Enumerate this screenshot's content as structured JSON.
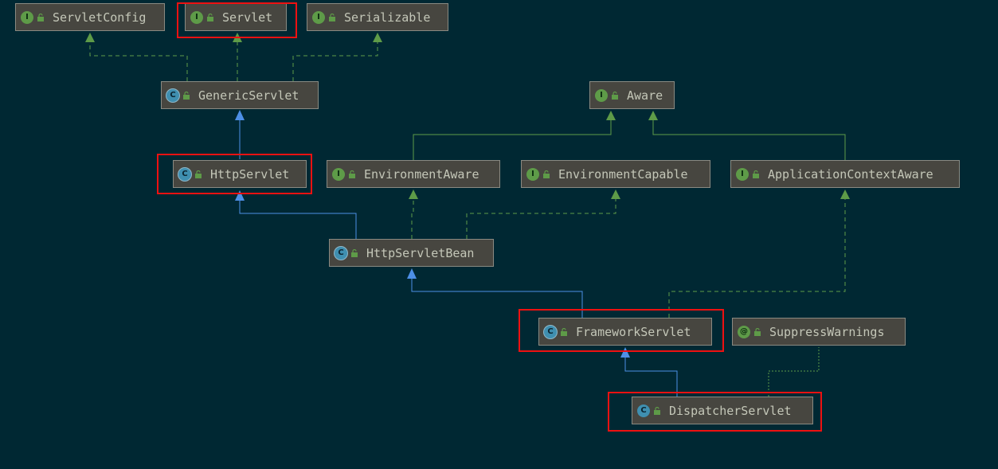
{
  "diagram": {
    "nodes": {
      "servletconfig": {
        "label": "ServletConfig",
        "badge": "I",
        "kind": "interface"
      },
      "servlet": {
        "label": "Servlet",
        "badge": "I",
        "kind": "interface"
      },
      "serializable": {
        "label": "Serializable",
        "badge": "I",
        "kind": "interface"
      },
      "genericservlet": {
        "label": "GenericServlet",
        "badge": "C",
        "kind": "abstract-class"
      },
      "aware": {
        "label": "Aware",
        "badge": "I",
        "kind": "interface"
      },
      "httpservlet": {
        "label": "HttpServlet",
        "badge": "C",
        "kind": "abstract-class"
      },
      "environmentaware": {
        "label": "EnvironmentAware",
        "badge": "I",
        "kind": "interface"
      },
      "environmentcapable": {
        "label": "EnvironmentCapable",
        "badge": "I",
        "kind": "interface"
      },
      "applicationcontextaware": {
        "label": "ApplicationContextAware",
        "badge": "I",
        "kind": "interface"
      },
      "httpservletbean": {
        "label": "HttpServletBean",
        "badge": "C",
        "kind": "abstract-class"
      },
      "frameworkservlet": {
        "label": "FrameworkServlet",
        "badge": "C",
        "kind": "abstract-class"
      },
      "suppresswarnings": {
        "label": "SuppressWarnings",
        "badge": "@",
        "kind": "annotation"
      },
      "dispatcherservlet": {
        "label": "DispatcherServlet",
        "badge": "C",
        "kind": "class"
      }
    },
    "relations": [
      {
        "from": "GenericServlet",
        "to": "ServletConfig",
        "type": "implements"
      },
      {
        "from": "GenericServlet",
        "to": "Servlet",
        "type": "implements"
      },
      {
        "from": "GenericServlet",
        "to": "Serializable",
        "type": "implements"
      },
      {
        "from": "HttpServlet",
        "to": "GenericServlet",
        "type": "extends"
      },
      {
        "from": "EnvironmentAware",
        "to": "Aware",
        "type": "extends"
      },
      {
        "from": "ApplicationContextAware",
        "to": "Aware",
        "type": "extends"
      },
      {
        "from": "HttpServletBean",
        "to": "HttpServlet",
        "type": "extends"
      },
      {
        "from": "HttpServletBean",
        "to": "EnvironmentAware",
        "type": "implements"
      },
      {
        "from": "HttpServletBean",
        "to": "EnvironmentCapable",
        "type": "implements"
      },
      {
        "from": "FrameworkServlet",
        "to": "HttpServletBean",
        "type": "extends"
      },
      {
        "from": "FrameworkServlet",
        "to": "ApplicationContextAware",
        "type": "implements"
      },
      {
        "from": "DispatcherServlet",
        "to": "FrameworkServlet",
        "type": "extends"
      },
      {
        "from": "DispatcherServlet",
        "to": "SuppressWarnings",
        "type": "annotated-with"
      }
    ],
    "highlighted": [
      "Servlet",
      "HttpServlet",
      "FrameworkServlet",
      "DispatcherServlet"
    ],
    "colors": {
      "background": "#002833",
      "node_fill": "#474640",
      "node_border": "#8a8a82",
      "text": "#c4c7b8",
      "extends_edge": "#4d8fe6",
      "implements_edge": "#5e9b48",
      "annotation_edge": "#5e9b48",
      "highlight": "#ee1111",
      "interface_badge": "#5e9b48",
      "class_badge": "#3f8fb0"
    },
    "icons": {
      "interface": "interface-badge-icon",
      "class": "class-badge-icon",
      "annotation": "annotation-badge-icon",
      "visibility": "public-lock-icon"
    }
  }
}
